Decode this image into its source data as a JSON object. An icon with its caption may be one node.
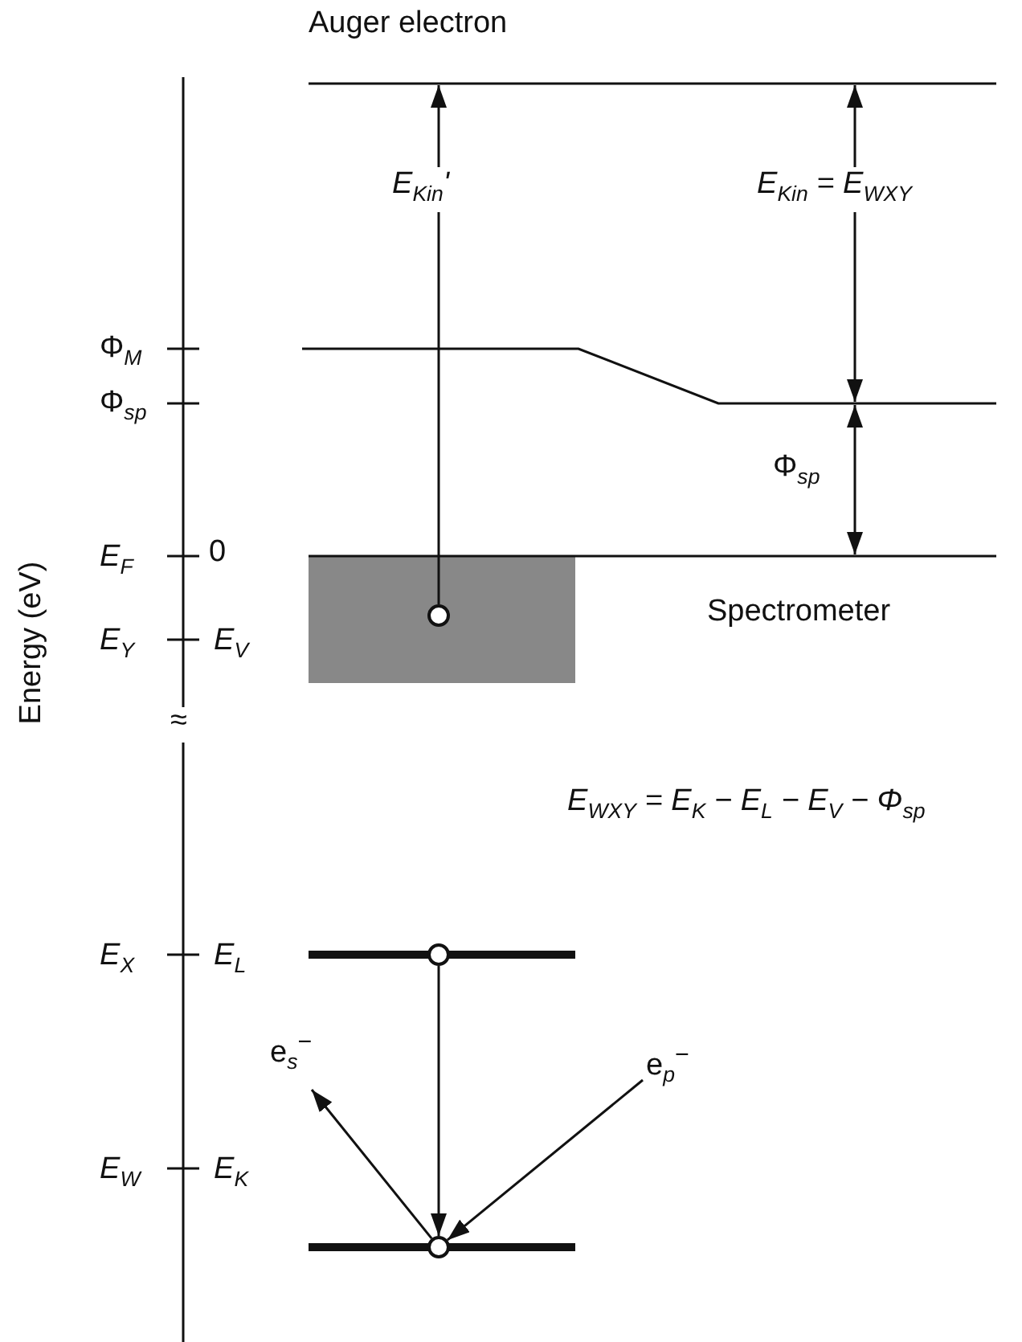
{
  "diagram": {
    "nodes": [
      {
        "text": [],
        "shape": "circle"
      },
      {
        "text": [],
        "shape": "circle"
      },
      {
        "text": [],
        "shape": "circle"
      },
      {
        "text": [
          "e$_{s}$$^{−}$"
        ]
      },
      {
        "text": [
          "e$_{p}$$^{−}$"
        ]
      }
    ],
    "edges": [
      {
        "from": 0,
        "to": null,
        "arrow": "to",
        "label": "E$_{Kin}$'"
      },
      {
        "from": 1,
        "to": 2,
        "arrow": "to"
      },
      {
        "from": 2,
        "to": 3,
        "arrow": "to"
      },
      {
        "from": 4,
        "to": 2,
        "arrow": "to"
      }
    ],
    "labels": [
      "Auger electron",
      "Φ$_{M}$",
      "Φ$_{sp}$",
      "E$_{F}$",
      "0",
      "E$_{Y}$",
      "E$_{V}$",
      "Energy (eV)",
      "≈",
      "E$_{Kin}$ = E$_{WXY}$",
      "Φ$_{sp}$",
      "Spectrometer",
      "E$_{WXY}$ = E$_{K}$ − E$_{L}$ − E$_{V}$ − Φ$_{sp}$",
      "E$_{X}$",
      "E$_{L}$",
      "E$_{W}$",
      "E$_{K}$"
    ]
  }
}
